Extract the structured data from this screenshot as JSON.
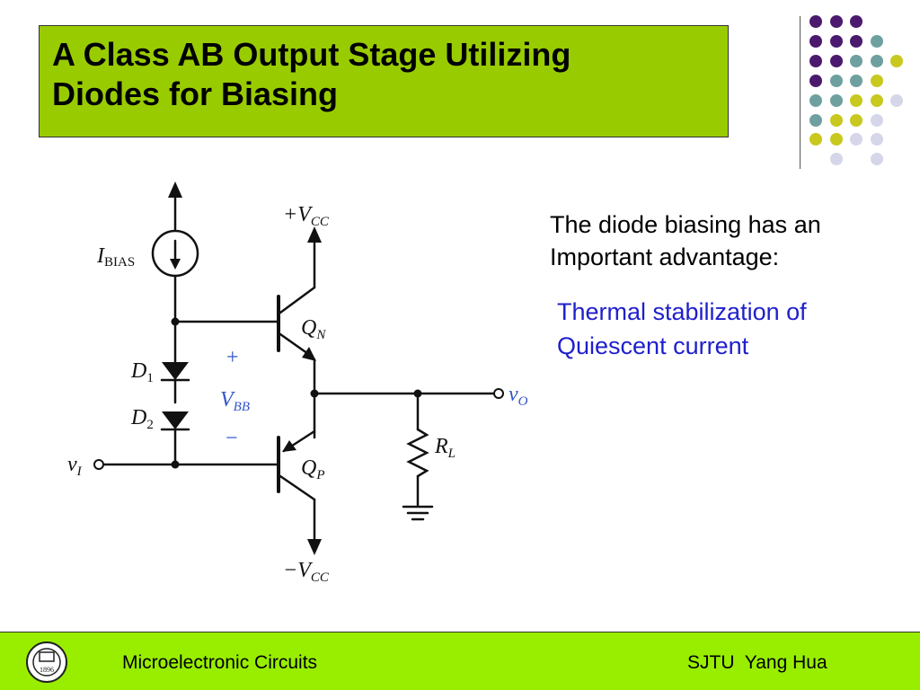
{
  "slide": {
    "title_line1": "A Class AB Output Stage Utilizing",
    "title_line2": "Diodes for Biasing",
    "body_line1": "The diode biasing has an",
    "body_line2": "Important advantage:",
    "point_line1": "Thermal stabilization of",
    "point_line2": "Quiescent current"
  },
  "circuit": {
    "vcc_pos": "+V",
    "vcc_pos_sub": "CC",
    "vcc_neg": "−V",
    "vcc_neg_sub": "CC",
    "ibias": "I",
    "ibias_sub": "BIAS",
    "qn": "Q",
    "qn_sub": "N",
    "qp": "Q",
    "qp_sub": "P",
    "d1": "D",
    "d1_sub": "1",
    "d2": "D",
    "d2_sub": "2",
    "vbb_plus": "+",
    "vbb": "V",
    "vbb_sub": "BB",
    "vbb_minus": "−",
    "vi": "v",
    "vi_sub": "I",
    "vo": "v",
    "vo_sub": "O",
    "rl": "R",
    "rl_sub": "L"
  },
  "footer": {
    "left": "Microelectronic Circuits",
    "right": "SJTU  Yang Hua",
    "logo_text": "1896"
  },
  "colors": {
    "title_bg": "#99cc00",
    "footer_bg": "#99ee00",
    "accent_text": "#1f1fcc",
    "vbb_label": "#3355cc",
    "dot_purple": "#4b1a6e",
    "dot_teal": "#6fa0a0",
    "dot_yellow": "#c8c81e",
    "dot_lavender": "#d6d6ea"
  }
}
